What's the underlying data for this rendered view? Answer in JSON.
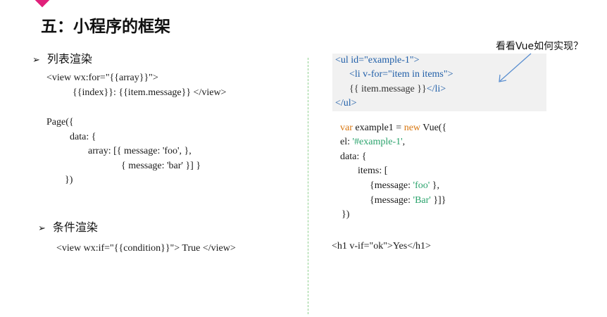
{
  "slide": {
    "title": "五：小程序的框架",
    "sections": {
      "list": "列表渲染",
      "condition": "条件渲染"
    },
    "arrow_glyph": "➢",
    "wx_list_code": [
      "<view wx:for=\"{{array}}\">",
      "{{index}}: {{item.message}} </view>"
    ],
    "page_code": [
      "Page({",
      "data: {",
      "array: [{ message: 'foo', },",
      "{ message: 'bar' }] }",
      "})"
    ],
    "wx_if_code": "<view wx:if=\"{{condition}}\"> True </view>",
    "vue_template": {
      "line1_tag": "<ul id=\"example-1\">",
      "line2_tag": "<li v-for=\"item in items\">",
      "line3_text": "{{ item.message }}",
      "line3_close": "</li>",
      "line4_tag": "</ul>"
    },
    "vue_script": {
      "line1_kw_var": "var",
      "line1_mid": " example1 = ",
      "line1_kw_new": "new",
      "line1_end": " Vue({",
      "line2_key": "el: ",
      "line2_val": "'#example-1'",
      "line2_end": ",",
      "line3": "data: {",
      "line4": "items: [",
      "line5_start": "{message: ",
      "line5_val": "'foo'",
      "line5_end": " },",
      "line6_start": "{message: ",
      "line6_val": "'Bar'",
      "line6_end": " }]}",
      "line7": "})"
    },
    "vue_if": "<h1 v-if=\"ok\">Yes</h1>",
    "annotation": "看看Vue如何实现？",
    "colors": {
      "accent": "#e0207a",
      "tag": "#1f5ea8",
      "attr": "#1a9a8c",
      "keyword": "#d8760f",
      "string": "#2aa36c",
      "arrow_line": "#5b8fd0",
      "divider": "#8fd08f"
    }
  }
}
